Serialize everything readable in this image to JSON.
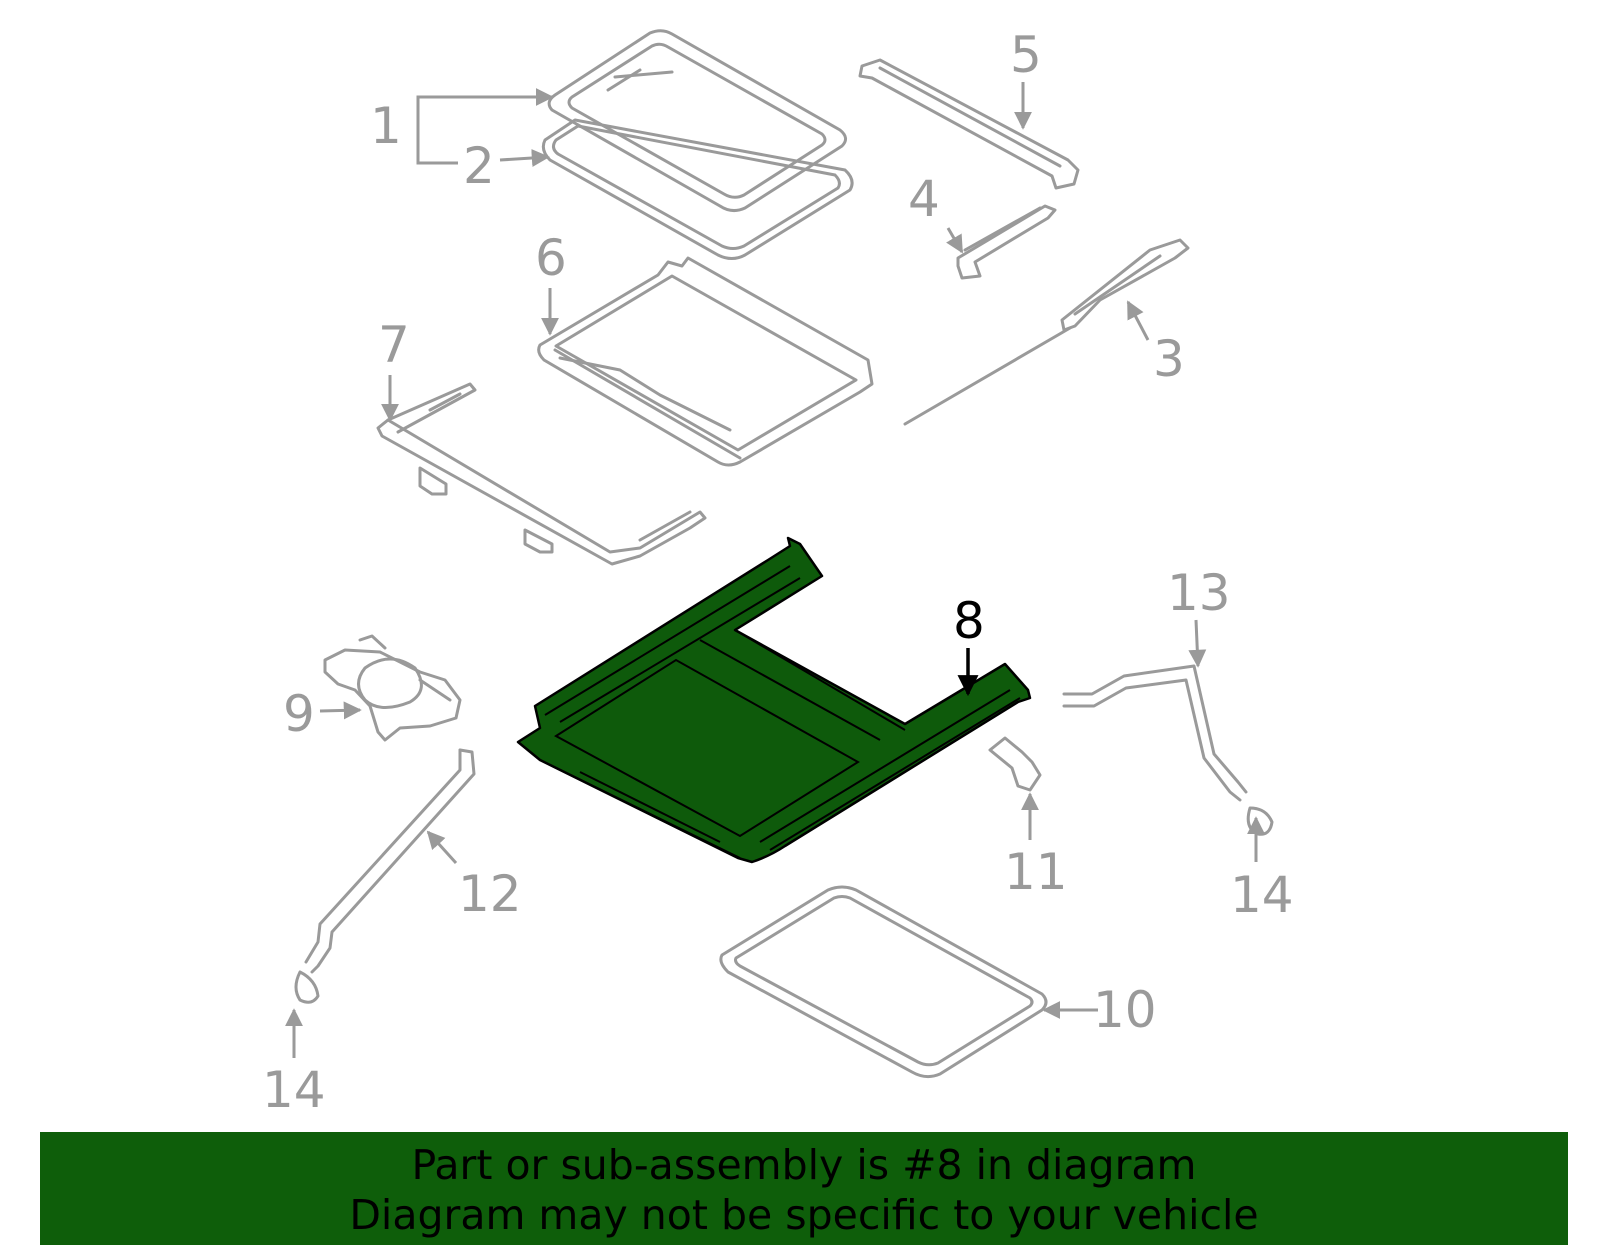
{
  "callouts": [
    {
      "id": "1",
      "label": "1",
      "highlighted": false
    },
    {
      "id": "2",
      "label": "2",
      "highlighted": false
    },
    {
      "id": "3",
      "label": "3",
      "highlighted": false
    },
    {
      "id": "4",
      "label": "4",
      "highlighted": false
    },
    {
      "id": "5",
      "label": "5",
      "highlighted": false
    },
    {
      "id": "6",
      "label": "6",
      "highlighted": false
    },
    {
      "id": "7",
      "label": "7",
      "highlighted": false
    },
    {
      "id": "8",
      "label": "8",
      "highlighted": true
    },
    {
      "id": "9",
      "label": "9",
      "highlighted": false
    },
    {
      "id": "10",
      "label": "10",
      "highlighted": false
    },
    {
      "id": "11",
      "label": "11",
      "highlighted": false
    },
    {
      "id": "12",
      "label": "12",
      "highlighted": false
    },
    {
      "id": "13",
      "label": "13",
      "highlighted": false
    },
    {
      "id": "14a",
      "label": "14",
      "highlighted": false
    },
    {
      "id": "14b",
      "label": "14",
      "highlighted": false
    }
  ],
  "banner": {
    "line1": "Part or sub-assembly is #8 in diagram",
    "line2": "Diagram may not be specific to your vehicle"
  },
  "colors": {
    "highlight_fill": "#0e5a0b",
    "banner_background": "#0e5e0a",
    "part_stroke": "#9a9a9a",
    "callout_text": "#9a9a9a",
    "highlight_text": "#000000"
  }
}
